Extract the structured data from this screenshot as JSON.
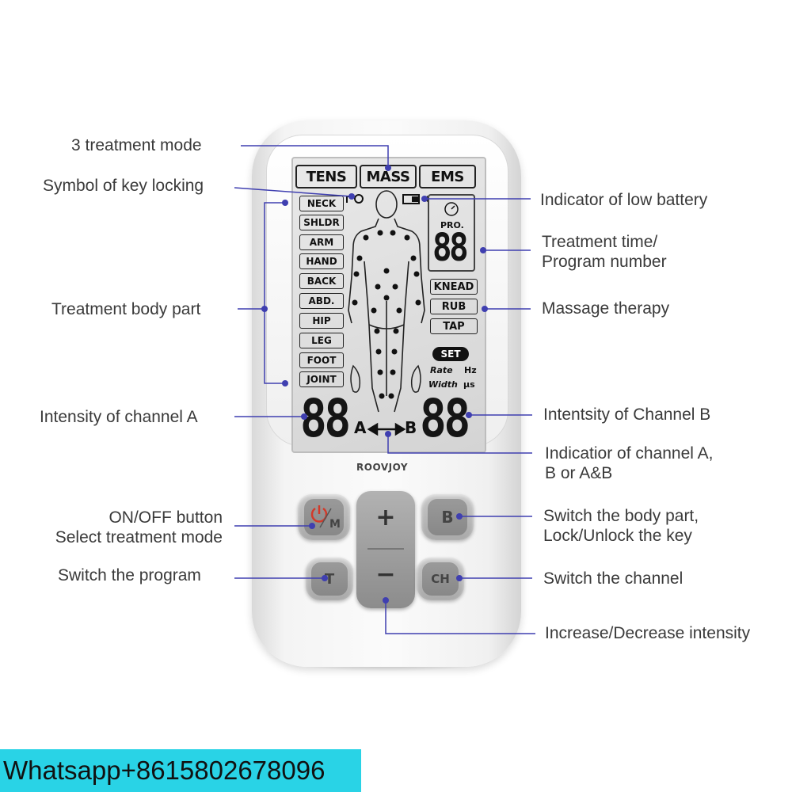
{
  "labels": {
    "mode": "3 treatment mode",
    "lock": "Symbol of key locking",
    "body_part": "Treatment body part",
    "intensity_a": "Intensity of channel A",
    "onoff_1": "ON/OFF button",
    "onoff_2": "Select treatment mode",
    "program": "Switch the program",
    "battery": "Indicator of low battery",
    "time_1": "Treatment time/",
    "time_2": "Program number",
    "massage": "Massage therapy",
    "intensity_b": "Intentsity of Channel B",
    "indicator_1": "Indicatior of channel A,",
    "indicator_2": "B or A&B",
    "switch_body_1": "Switch the body part,",
    "switch_body_2": "Lock/Unlock the key",
    "switch_channel": "Switch the channel",
    "incdec": "Increase/Decrease intensity"
  },
  "device": {
    "brand": "ROOVJOY",
    "modes": [
      "TENS",
      "MASS",
      "EMS"
    ],
    "body_parts": [
      "NECK",
      "SHLDR",
      "ARM",
      "HAND",
      "BACK",
      "ABD.",
      "HIP",
      "LEG",
      "FOOT",
      "JOINT"
    ],
    "massage_modes": [
      "KNEAD",
      "RUB",
      "TAP"
    ],
    "pro_label": "PRO.",
    "program_digits": "88",
    "set_label": "SET",
    "rate_label": "Rate",
    "hz_label": "Hz",
    "width_label": "Width",
    "us_label": "µs",
    "channel_a_digits": "88",
    "channel_b_digits": "88",
    "channel_a": "A",
    "channel_b": "B",
    "buttons": {
      "power_mode": "M",
      "plus": "+",
      "minus": "−",
      "body": "B",
      "program": "T",
      "channel": "CH"
    }
  },
  "watermark": "Whatsapp+8615802678096",
  "colors": {
    "callout_line": "#3f3fb0",
    "banner": "#29d3e6",
    "power_red": "#d23a2a"
  }
}
